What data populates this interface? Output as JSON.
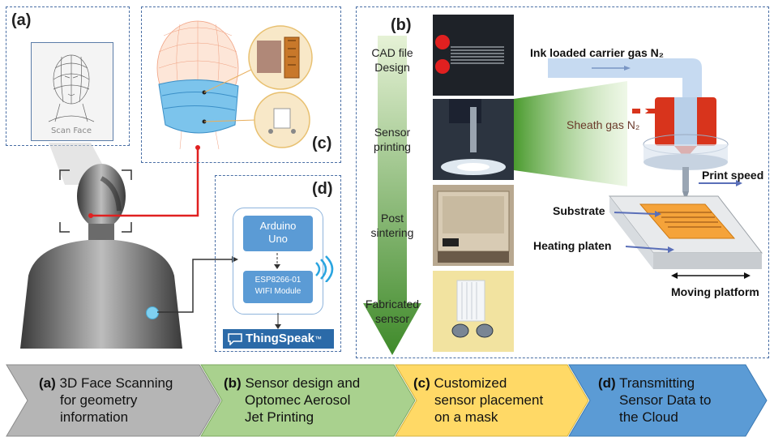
{
  "panel_a": {
    "label": "(a)",
    "scan_caption": "Scan Face"
  },
  "panel_c": {
    "label": "(c)"
  },
  "panel_d": {
    "label": "(d)",
    "board_line1": "Arduino",
    "board_line2": "Uno",
    "module_line1": "ESP8266-01",
    "module_line2": "WIFI Module",
    "cloud_name": "ThingSpeak",
    "cloud_tm": "™"
  },
  "panel_b": {
    "label": "(b)",
    "steps": [
      {
        "line1": "CAD file",
        "line2": "Design"
      },
      {
        "line1": "Sensor",
        "line2": "printing"
      },
      {
        "line1": "Post",
        "line2": "sintering"
      },
      {
        "line1": "Fabricated",
        "line2": "sensor"
      }
    ],
    "labels": {
      "ink_gas": "Ink loaded carrier gas N₂",
      "sheath_gas": "Sheath gas N₂",
      "print_speed": "Print speed",
      "substrate": "Substrate",
      "heating": "Heating platen",
      "moving": "Moving platform"
    }
  },
  "workflow": [
    {
      "tag": "(a)",
      "line1": "3D Face Scanning",
      "line2": "for geometry",
      "line3": "information",
      "color": "#b5b5b5"
    },
    {
      "tag": "(b)",
      "line1": "Sensor design and",
      "line2": "Optomec Aerosol",
      "line3": "Jet Printing",
      "color": "#a9d18e"
    },
    {
      "tag": "(c)",
      "line1": "Customized",
      "line2": "sensor placement",
      "line3": "on a mask",
      "color": "#ffd966"
    },
    {
      "tag": "(d)",
      "line1": "Transmitting",
      "line2": "Sensor Data to",
      "line3": "the Cloud",
      "color": "#5b9bd5"
    }
  ]
}
